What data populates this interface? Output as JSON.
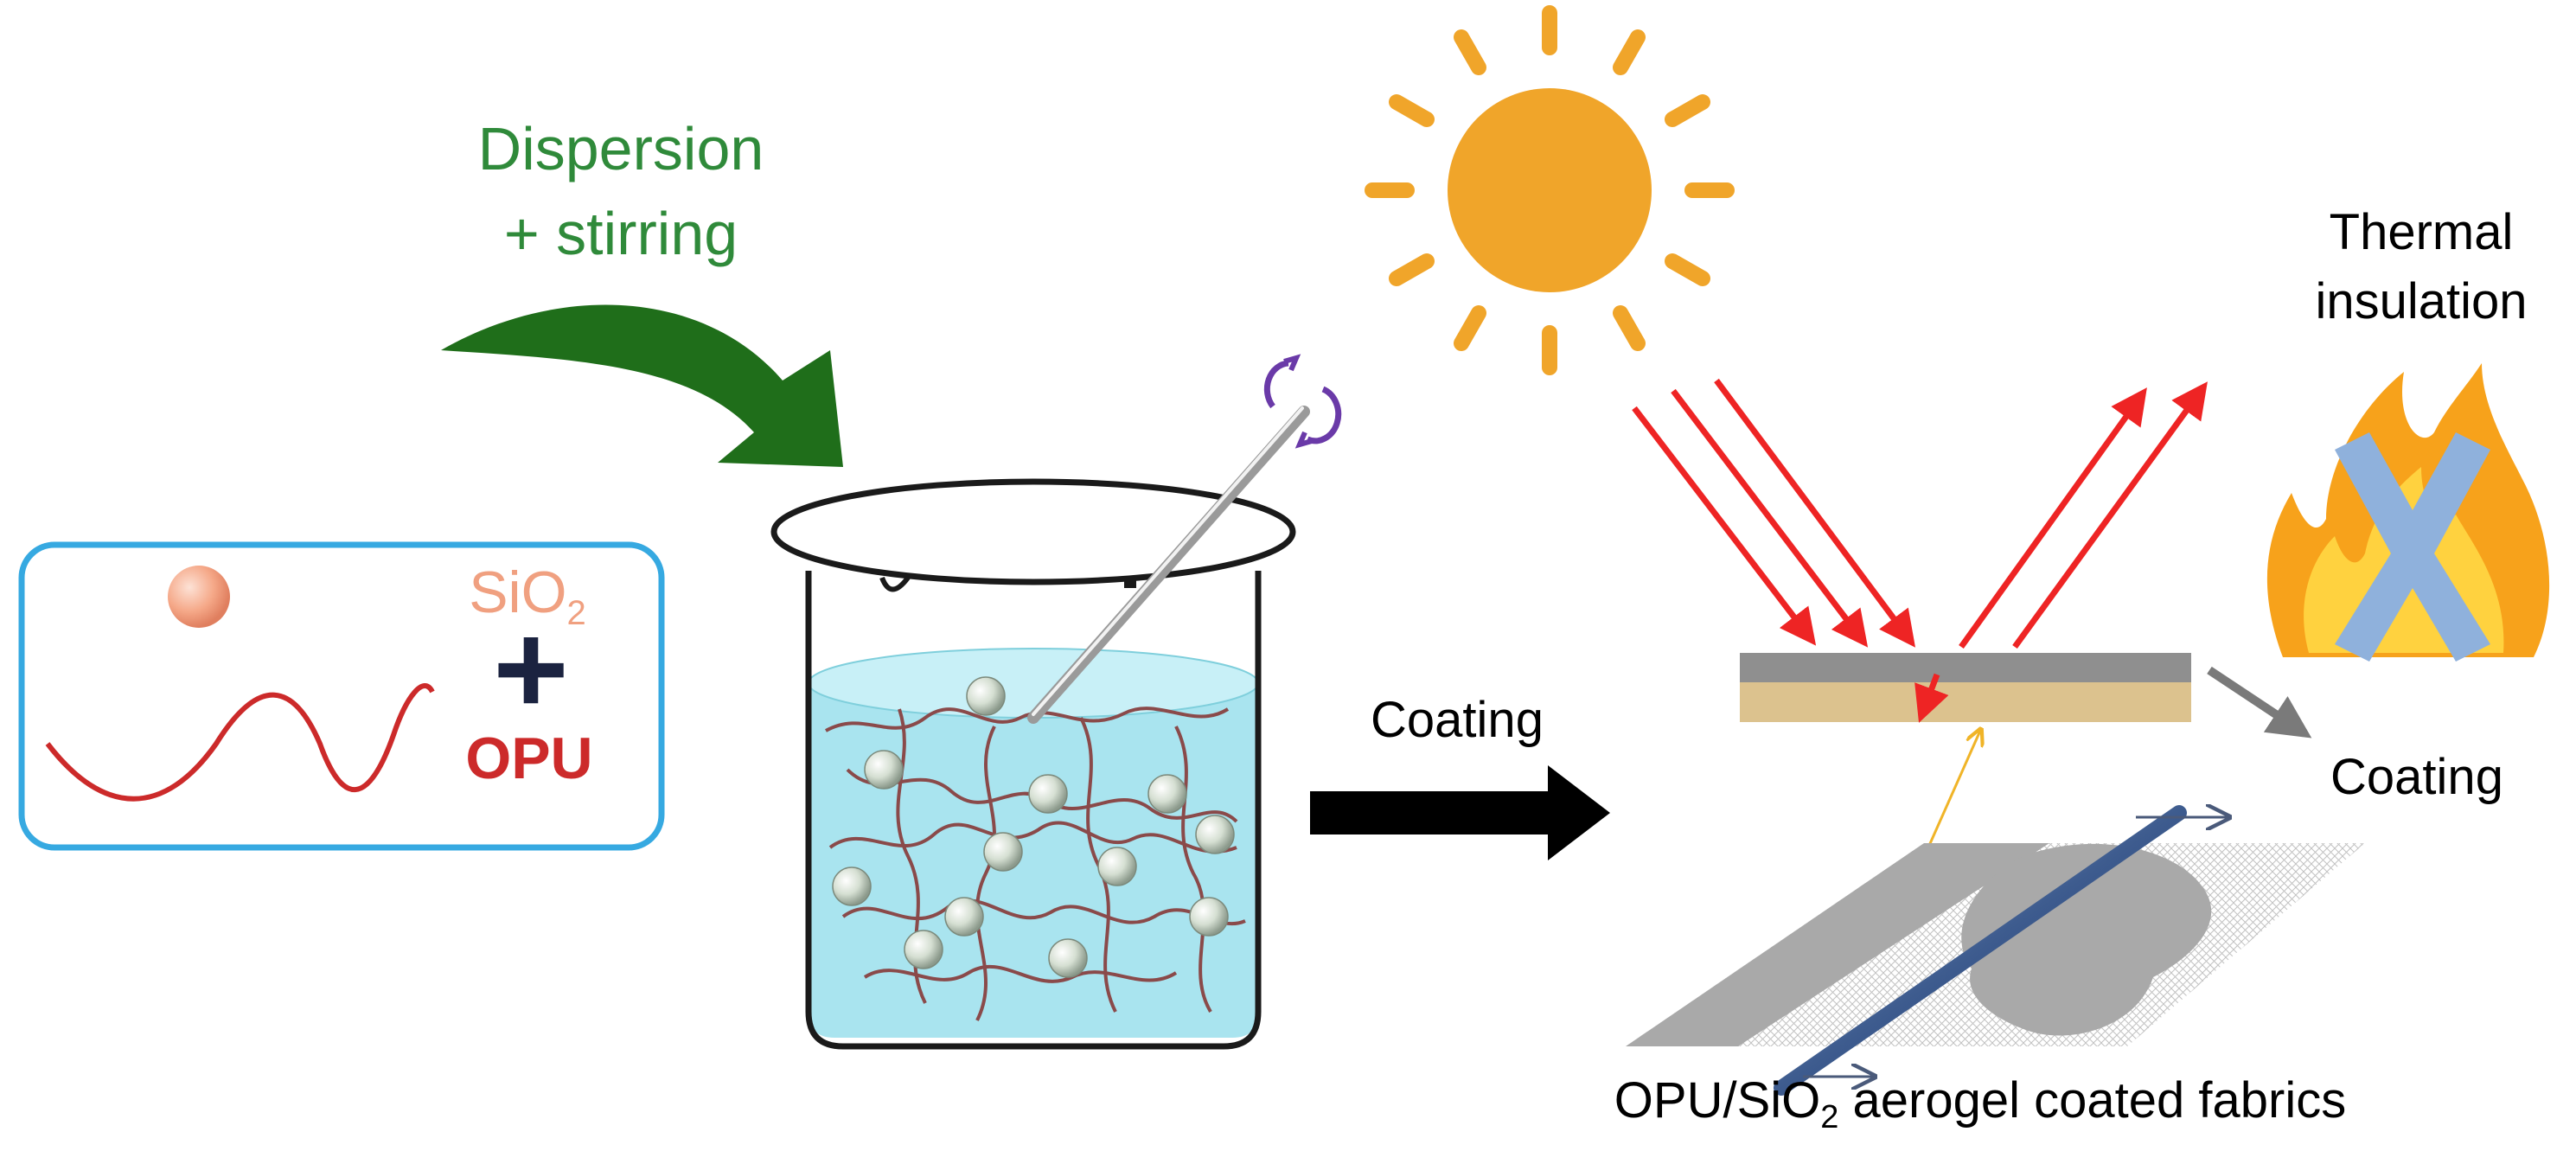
{
  "labels": {
    "dispersion_line1": "Dispersion",
    "dispersion_line2": "+ stirring",
    "sio2_base": "SiO",
    "sio2_sub": "2",
    "plus": "+",
    "opu": "OPU",
    "coating_arrow": "Coating",
    "thermal_line1": "Thermal",
    "thermal_line2": "insulation",
    "coating_side": "Coating",
    "caption_pre": "OPU/SiO",
    "caption_sub": "2",
    "caption_post": " aerogel coated fabrics"
  },
  "colors": {
    "green": "#2f8a3a",
    "green_arrow": "#1f6e1a",
    "red_text": "#cc2a2a",
    "sio2_text": "#f0a080",
    "navy": "#1b2340",
    "box_border": "#36a9e1",
    "sun": "#f0a52a",
    "ray": "#ee2424",
    "water": "#a9e4ef",
    "coat_top": "#8f8f8f",
    "coat_bottom": "#dcc28e",
    "fabric": "#a9a9a9",
    "rod": "#3d5b8e",
    "flame_outer": "#f7a21b",
    "flame_inner": "#ffd23f",
    "cross": "#8fb1dc",
    "small_arrow": "#f0b428"
  },
  "icons": [
    "sun-icon",
    "flame-icon",
    "cross-icon",
    "stir-rotation-icon",
    "sio2-particle-icon"
  ]
}
